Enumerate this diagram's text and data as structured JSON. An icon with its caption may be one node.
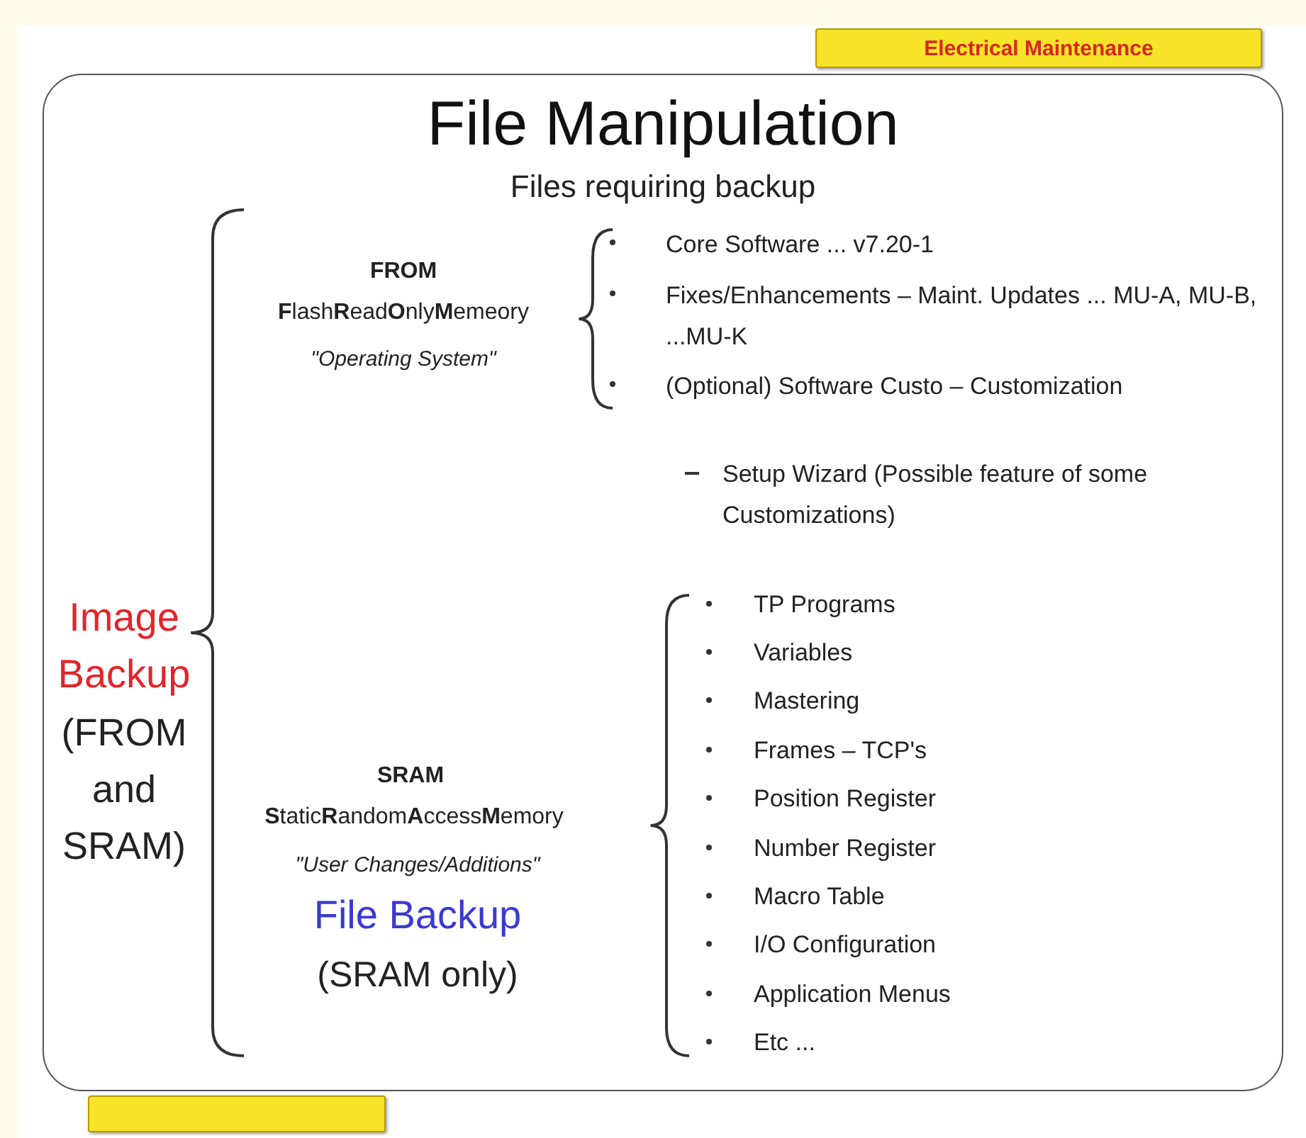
{
  "diagram": {
    "nodes": [
      {
        "text": [
          "Electrical Maintenance"
        ]
      },
      {
        "text": [
          "File Manipulation",
          "Files requiring backup"
        ]
      },
      {
        "text": [],
        "shape": "box"
      }
    ],
    "edges": [],
    "labels": [
      "Image Backup",
      "(FROM and SRAM)",
      "FROM",
      "**F**lash**R**ead**O**nly**M**emeory",
      "\"Operating System\"",
      "Core Software ... v7.20-1",
      "Fixes/Enhancements – Maint. Updates ... MU-A, MU-B, ...MU-K",
      "(Optional) Software Custo – Customization",
      "Setup Wizard (Possible feature of some Customizations)",
      "SRAM",
      "**S**tatic**R**andom**A**ccess**M**emory",
      "\"User Changes/Additions\"",
      "File Backup",
      "(SRAM only)",
      "TP Programs",
      "Variables",
      "Mastering",
      "Frames – TCP's",
      "Position Register",
      "Number Register",
      "Macro Table",
      "I/O Configuration",
      "Application Menus",
      "Etc ..."
    ]
  }
}
